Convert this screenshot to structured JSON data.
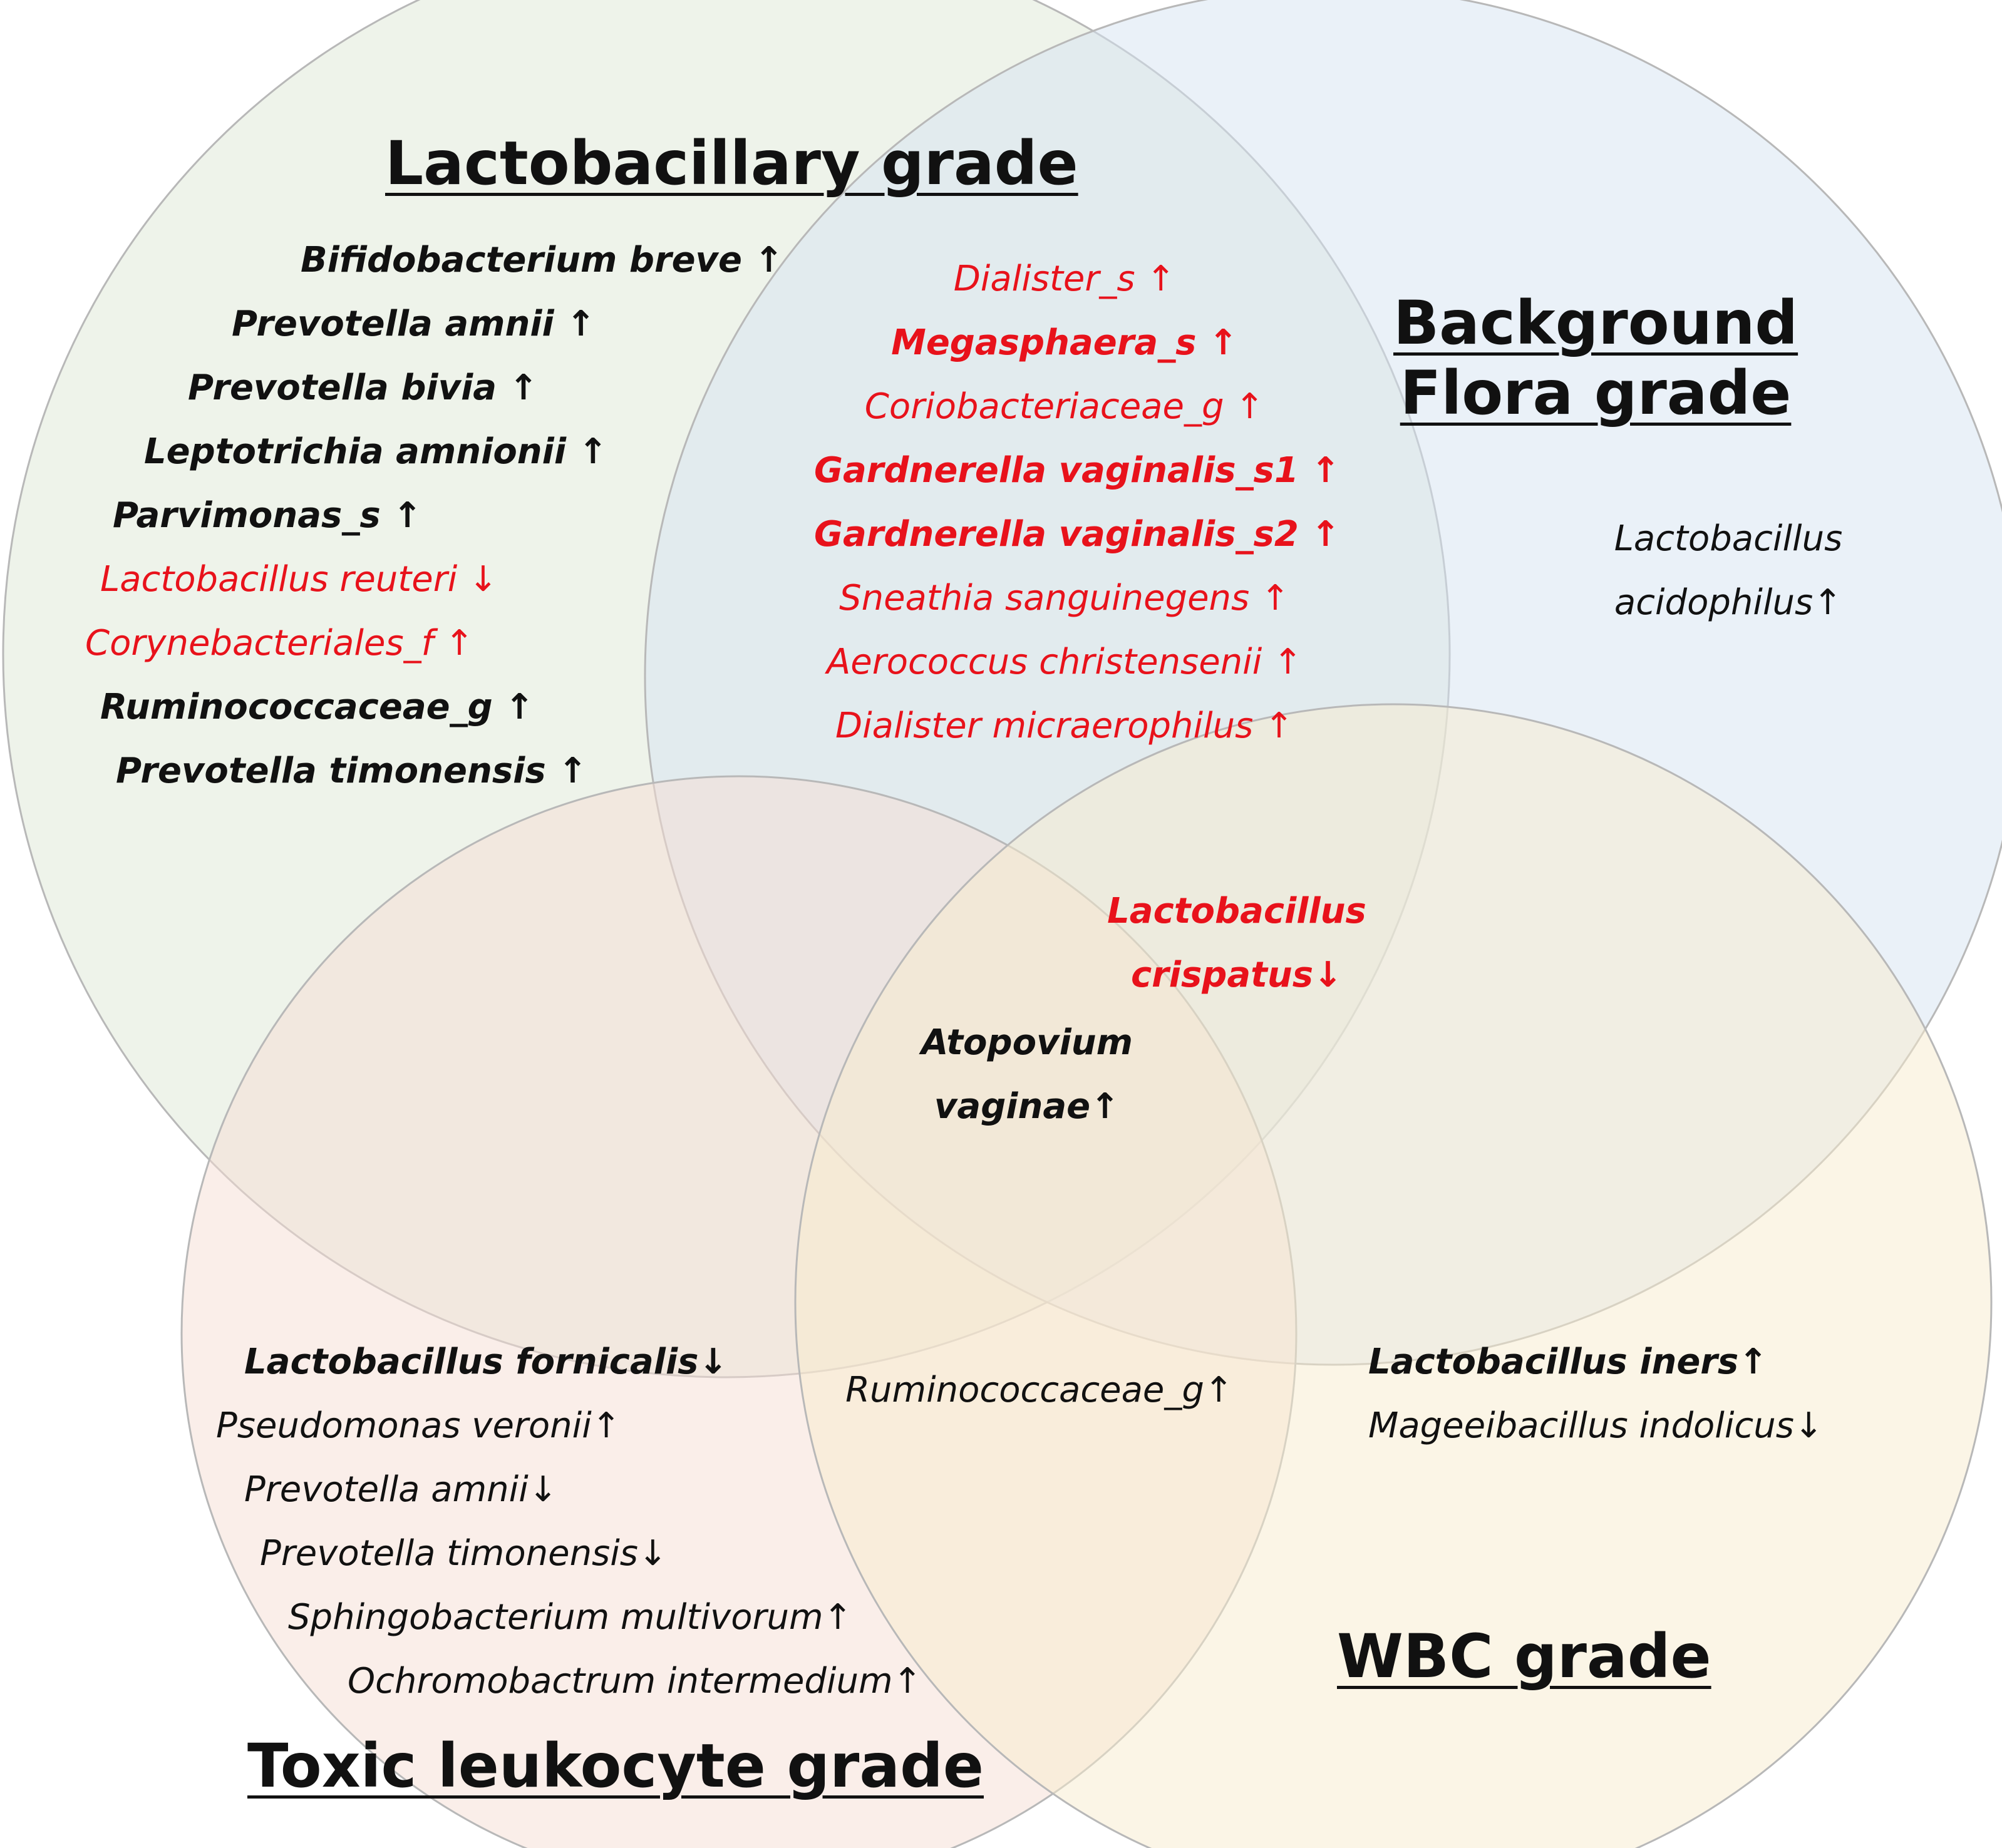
{
  "colors": {
    "black_text": "#111111",
    "red_text": "#e8121b",
    "lactobacillary_fill": "#dde8d6",
    "background_flora_fill": "#d6e4f2",
    "toxic_leukocyte_fill": "#f6ddd4",
    "wbc_fill": "#f8eccd",
    "circle_stroke": "#b8b8b8"
  },
  "sets": {
    "lactobacillary": {
      "title": "Lactobacillary grade",
      "taxa": [
        {
          "name": "Bifidobacterium breve ↑",
          "color": "black",
          "weight": "bold"
        },
        {
          "name": "Prevotella amnii ↑",
          "color": "black",
          "weight": "bold"
        },
        {
          "name": "Prevotella bivia ↑",
          "color": "black",
          "weight": "bold"
        },
        {
          "name": "Leptotrichia amnionii ↑",
          "color": "black",
          "weight": "bold"
        },
        {
          "name": "Parvimonas_s ↑",
          "color": "black",
          "weight": "bold"
        },
        {
          "name": "Lactobacillus reuteri ↓",
          "color": "red",
          "weight": "normal"
        },
        {
          "name": "Corynebacteriales_f ↑",
          "color": "red",
          "weight": "normal"
        },
        {
          "name": "Ruminococcaceae_g ↑",
          "color": "black",
          "weight": "bold"
        },
        {
          "name": "Prevotella timonensis ↑",
          "color": "black",
          "weight": "bold"
        }
      ]
    },
    "background_flora": {
      "title_lines": [
        "Background",
        "Flora grade"
      ],
      "taxa": [
        {
          "name": "Lactobacillus",
          "color": "black",
          "weight": "normal"
        },
        {
          "name": "acidophilus↑",
          "color": "black",
          "weight": "normal"
        }
      ]
    },
    "toxic_leukocyte": {
      "title": "Toxic leukocyte grade",
      "taxa": [
        {
          "name": "Lactobacillus fornicalis↓",
          "color": "black",
          "weight": "bold"
        },
        {
          "name": "Pseudomonas veronii↑",
          "color": "black",
          "weight": "normal"
        },
        {
          "name": "Prevotella amnii↓",
          "color": "black",
          "weight": "normal"
        },
        {
          "name": "Prevotella timonensis↓",
          "color": "black",
          "weight": "normal"
        },
        {
          "name": "Sphingobacterium multivorum↑",
          "color": "black",
          "weight": "normal"
        },
        {
          "name": "Ochromobactrum intermedium↑",
          "color": "black",
          "weight": "normal"
        }
      ]
    },
    "wbc": {
      "title": "WBC grade",
      "taxa": [
        {
          "name": "Lactobacillus iners↑",
          "color": "black",
          "weight": "bold"
        },
        {
          "name": "Mageeibacillus indolicus↓",
          "color": "black",
          "weight": "normal"
        }
      ]
    }
  },
  "intersections": {
    "lactobacillary_background": {
      "taxa": [
        {
          "name": "Dialister_s ↑",
          "color": "red",
          "weight": "normal"
        },
        {
          "name": "Megasphaera_s ↑",
          "color": "red",
          "weight": "bold"
        },
        {
          "name": "Coriobacteriaceae_g ↑",
          "color": "red",
          "weight": "normal"
        },
        {
          "name": "Gardnerella vaginalis_s1 ↑",
          "color": "red",
          "weight": "bold"
        },
        {
          "name": "Gardnerella vaginalis_s2 ↑",
          "color": "red",
          "weight": "bold"
        },
        {
          "name": "Sneathia sanguinegens ↑",
          "color": "red",
          "weight": "normal"
        },
        {
          "name": "Aerococcus christensenii ↑",
          "color": "red",
          "weight": "normal"
        },
        {
          "name": "Dialister micraerophilus ↑",
          "color": "red",
          "weight": "normal"
        }
      ]
    },
    "background_wbc": {
      "taxa": [
        {
          "name": "Lactobacillus",
          "color": "red",
          "weight": "bold"
        },
        {
          "name": "crispatus↓",
          "color": "red",
          "weight": "bold"
        }
      ]
    },
    "center": {
      "taxa": [
        {
          "name": "Atopovium",
          "color": "black",
          "weight": "bold"
        },
        {
          "name": "vaginae↑",
          "color": "black",
          "weight": "bold"
        }
      ]
    },
    "toxic_wbc": {
      "taxa": [
        {
          "name": "Ruminococcaceae_g↑",
          "color": "black",
          "weight": "normal"
        }
      ]
    }
  }
}
